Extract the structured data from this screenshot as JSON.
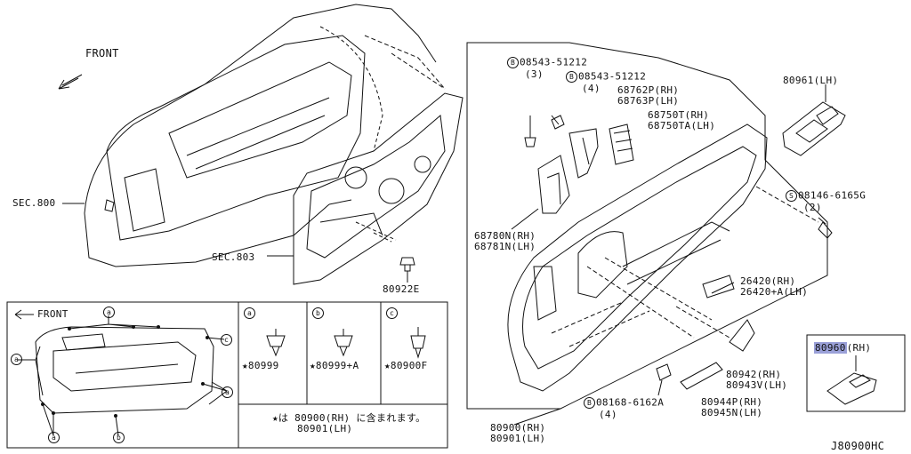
{
  "diagram_code": "J80900HC",
  "front_label": "FRONT",
  "section_labels": {
    "sec800": "SEC.800",
    "sec803": "SEC.803"
  },
  "callouts": {
    "p80922e": "80922E",
    "p08543_a": "08543-51212",
    "p08543_a_qty": "(3)",
    "p08543_b": "08543-51212",
    "p08543_b_qty": "(4)",
    "p68762": "68762P(RH)",
    "p68763": "68763P(LH)",
    "p68750t": "68750T(RH)",
    "p68750ta": "68750TA(LH)",
    "p68780": "68780N(RH)",
    "p68781": "68781N(LH)",
    "p80961": "80961(LH)",
    "p08146": "08146-6165G",
    "p08146_qty": "(2)",
    "p26420": "26420(RH)",
    "p26420a": "26420+A(LH)",
    "p80942": "80942(RH)",
    "p80943": "80943V(LH)",
    "p80944": "80944P(RH)",
    "p80945": "80945N(LH)",
    "p08168": "08168-6162A",
    "p08168_qty": "(4)",
    "p80900": "80900(RH)",
    "p80901": "80901(LH)",
    "p80960": "80960",
    "p80960_suffix": "(RH)"
  },
  "symbols": {
    "B": "B",
    "S": "S",
    "a": "a",
    "b": "b",
    "c": "c"
  },
  "clips": {
    "a": "★80999",
    "b": "★80999+A",
    "c": "★80900F"
  },
  "note": {
    "line1": "★は 80900(RH) に含まれます。",
    "line2": "80901(LH)"
  },
  "colors": {
    "highlight": "#9aa0d8",
    "line": "#111111"
  }
}
